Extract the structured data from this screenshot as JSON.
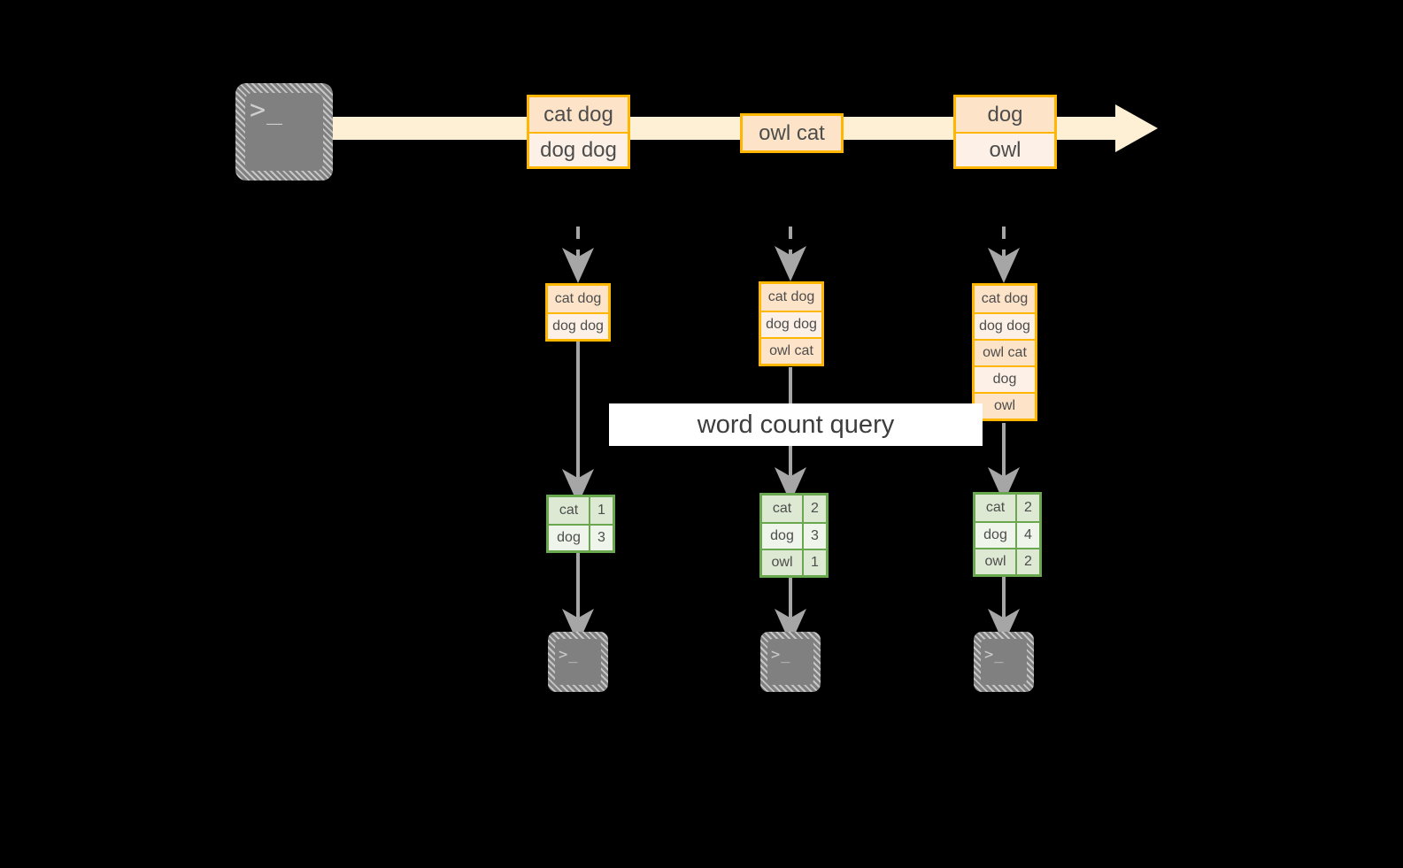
{
  "diagram": {
    "title": "word count query",
    "background_color": "#000000",
    "accent_orange": "#ffb600",
    "accent_green": "#6aa84f",
    "stream_fill": "#fdf0d5",
    "terminal_gray": "#808080"
  },
  "producer": {
    "icon": "terminal-icon",
    "prompt": ">_"
  },
  "stream": {
    "icon": "stream-arrow-right",
    "messages": [
      {
        "rows": [
          {
            "text": "cat dog",
            "shade": "dark"
          },
          {
            "text": "dog dog",
            "shade": "light"
          }
        ]
      },
      {
        "rows": [
          {
            "text": "owl cat",
            "shade": "dark"
          }
        ]
      },
      {
        "rows": [
          {
            "text": "dog",
            "shade": "dark"
          },
          {
            "text": "owl",
            "shade": "light"
          }
        ]
      }
    ]
  },
  "columns": [
    {
      "name": "snapshot-1",
      "input_rows": [
        {
          "text": "cat dog",
          "shade": "dark"
        },
        {
          "text": "dog dog",
          "shade": "light"
        }
      ],
      "result_rows": [
        {
          "word": "cat",
          "count": "1",
          "shade": "dark"
        },
        {
          "word": "dog",
          "count": "3",
          "shade": "light"
        }
      ],
      "consumer": {
        "icon": "terminal-icon",
        "prompt": ">_"
      }
    },
    {
      "name": "snapshot-2",
      "input_rows": [
        {
          "text": "cat dog",
          "shade": "dark"
        },
        {
          "text": "dog dog",
          "shade": "light"
        },
        {
          "text": "owl cat",
          "shade": "dark"
        }
      ],
      "result_rows": [
        {
          "word": "cat",
          "count": "2",
          "shade": "dark"
        },
        {
          "word": "dog",
          "count": "3",
          "shade": "light"
        },
        {
          "word": "owl",
          "count": "1",
          "shade": "dark"
        }
      ],
      "consumer": {
        "icon": "terminal-icon",
        "prompt": ">_"
      }
    },
    {
      "name": "snapshot-3",
      "input_rows": [
        {
          "text": "cat dog",
          "shade": "dark"
        },
        {
          "text": "dog dog",
          "shade": "light"
        },
        {
          "text": "owl cat",
          "shade": "dark"
        },
        {
          "text": "dog",
          "shade": "light"
        },
        {
          "text": "owl",
          "shade": "dark"
        }
      ],
      "result_rows": [
        {
          "word": "cat",
          "count": "2",
          "shade": "dark"
        },
        {
          "word": "dog",
          "count": "4",
          "shade": "light"
        },
        {
          "word": "owl",
          "count": "2",
          "shade": "dark"
        }
      ],
      "consumer": {
        "icon": "terminal-icon",
        "prompt": ">_"
      }
    }
  ],
  "arrows": {
    "stream_to_input": "dashed-down-arrow",
    "input_to_result": "solid-down-arrow",
    "result_to_consumer": "solid-down-arrow"
  }
}
